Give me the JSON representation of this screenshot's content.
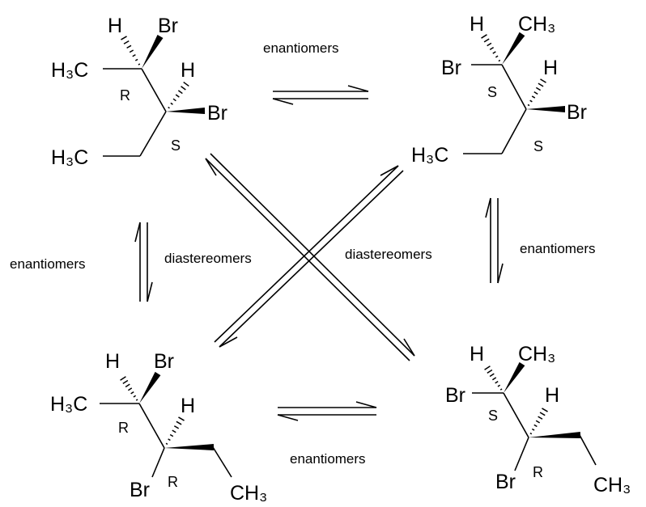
{
  "relations": {
    "enantiomers_top": "enantiomers",
    "enantiomers_bottom": "enantiomers",
    "enantiomers_left": "enantiomers",
    "enantiomers_right": "enantiomers",
    "diastereomers_left": "diastereomers",
    "diastereomers_right": "diastereomers"
  },
  "molecules": [
    {
      "name": "top-left",
      "labels": [
        "H",
        "Br",
        "H₃C",
        "H",
        "Br",
        "H₃C"
      ],
      "config": [
        "R",
        "S"
      ]
    },
    {
      "name": "top-right",
      "labels": [
        "H",
        "CH₃",
        "Br",
        "H",
        "Br",
        "H₃C"
      ],
      "config": [
        "S",
        "S"
      ]
    },
    {
      "name": "bottom-left",
      "labels": [
        "H",
        "Br",
        "H₃C",
        "H",
        "Br",
        "CH₃"
      ],
      "config": [
        "R",
        "R"
      ]
    },
    {
      "name": "bottom-right",
      "labels": [
        "H",
        "CH₃",
        "Br",
        "H",
        "Br",
        "CH₃"
      ],
      "config": [
        "S",
        "R"
      ]
    }
  ]
}
